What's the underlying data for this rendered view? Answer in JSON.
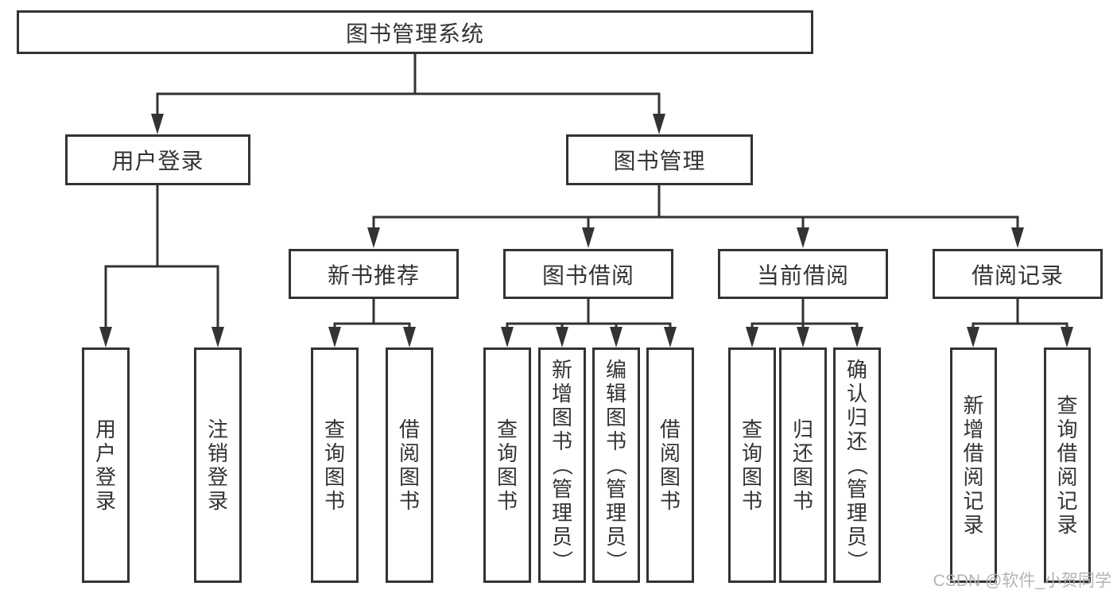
{
  "nodes": {
    "root": "图书管理系统",
    "user_login": "用户登录",
    "book_mgmt": "图书管理",
    "new_book_rec": "新书推荐",
    "book_borrow": "图书借阅",
    "current_borrow": "当前借阅",
    "borrow_record": "借阅记录",
    "ul_user_login": "用户登录",
    "ul_logout": "注销登录",
    "nbr_query_book": "查询图书",
    "nbr_borrow_book": "借阅图书",
    "bb_query_book": "查询图书",
    "bb_add_book": "新增图书（管理员）",
    "bb_edit_book": "编辑图书（管理员）",
    "bb_borrow_book": "借阅图书",
    "cb_query_book": "查询图书",
    "cb_return_book": "归还图书",
    "cb_confirm_return": "确认归还（管理员）",
    "br_add_record": "新增借阅记录",
    "br_query_record": "查询借阅记录"
  },
  "watermark": "CSDN @软件_小贺同学",
  "colors": {
    "line": "#333333",
    "text": "#333333",
    "watermark": "#b3b3b3",
    "background": "#ffffff"
  }
}
